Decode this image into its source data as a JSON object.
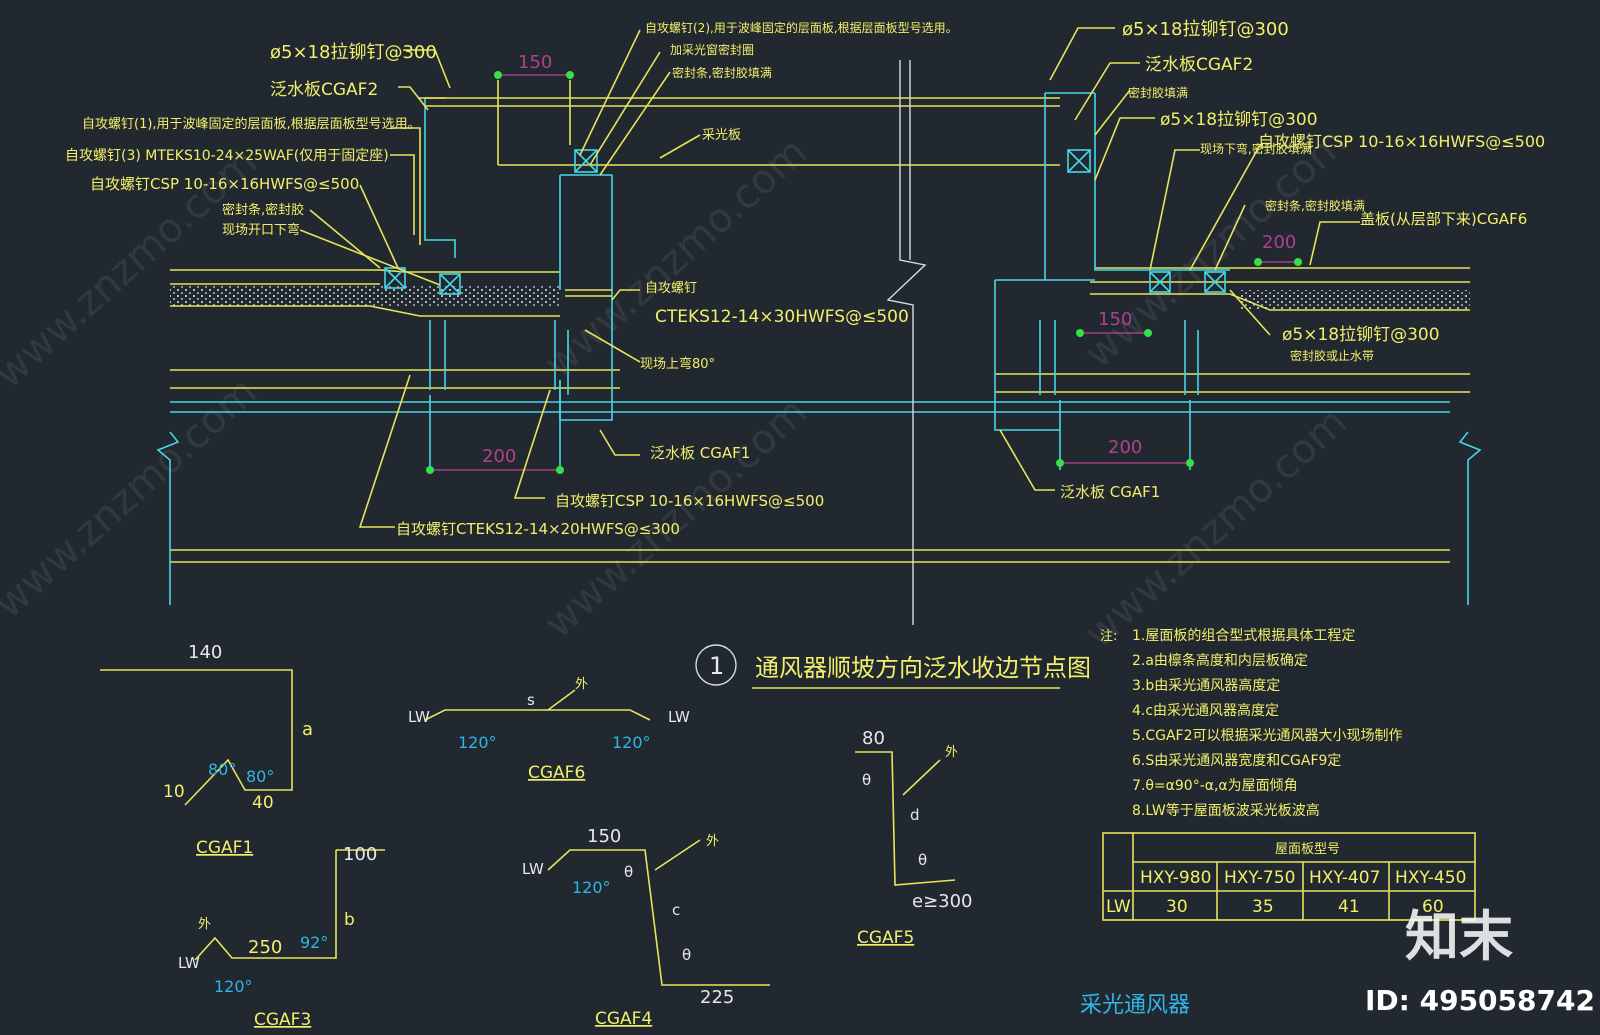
{
  "title": {
    "number": "1",
    "text": "通风器顺坡方向泛水收边节点图"
  },
  "callouts": {
    "left_rivet": "ø5×18拉铆钉@300",
    "left_flashing2": "泛水板CGAF2",
    "left_screw1": "自攻螺钉(1),用于波峰固定的层面板,根据层面板型号选用。",
    "left_screw3": "自攻螺钉(3) MTEKS10-24×25WAF(仅用于固定座)",
    "left_csp": "自攻螺钉CSP 10-16×16HWFS@≤500",
    "left_seal": "密封条,密封胶",
    "left_field": "现场开口下弯",
    "top_screw2": "自攻螺钉(2),用于波峰固定的层面板,根据层面板型号选用。",
    "top_plus": "加采光窗密封圈",
    "top_seal": "密封条,密封胶填满",
    "top_skylight": "采光板",
    "mid_screw": "自攻螺钉",
    "mid_cteks": "CTEKS12-14×30HWFS@≤500",
    "mid_field80": "现场上弯80°",
    "mid_cgaf1": "泛水板 CGAF1",
    "bot_csp": "自攻螺钉CSP 10-16×16HWFS@≤500",
    "bot_cteks": "自攻螺钉CTEKS12-14×20HWFS@≤300",
    "right_rivet_top": "ø5×18拉铆钉@300",
    "right_cgaf2": "泛水板CGAF2",
    "right_sealfill": "密封胶填满",
    "right_rivet2": "ø5×18拉铆钉@300",
    "right_field": "现场下弯,密封胶填满",
    "right_csp": "自攻螺钉CSP 10-16×16HWFS@≤500",
    "right_seal": "密封条,密封胶填满",
    "right_cap": "盖板(从层部下来)CGAF6",
    "right_rivet3": "ø5×18拉铆钉@300",
    "right_seal_low": "密封胶或止水带",
    "right_cgaf1": "泛水板 CGAF1"
  },
  "dims": {
    "d150a": "150",
    "d150b": "150",
    "d200a": "200",
    "d200b": "200",
    "d200c": "200"
  },
  "profiles": {
    "cgaf1": {
      "label": "CGAF1",
      "top": "140",
      "a": "a",
      "ang1": "80°",
      "ang2": "80°",
      "left": "10",
      "bottom": "40"
    },
    "cgaf3": {
      "label": "CGAF3",
      "top": "100",
      "b": "b",
      "ang": "92°",
      "mid": "250",
      "lw": "LW",
      "ang2": "120°",
      "out": "外"
    },
    "cgaf4": {
      "label": "CGAF4",
      "top": "150",
      "lw": "LW",
      "ang": "120°",
      "theta1": "θ",
      "theta2": "θ",
      "c": "c",
      "bottom": "225",
      "out": "外"
    },
    "cgaf5": {
      "label": "CGAF5",
      "top": "80",
      "theta1": "θ",
      "d": "d",
      "theta2": "θ",
      "e": "e≥300",
      "out": "外"
    },
    "cgaf6": {
      "label": "CGAF6",
      "s": "s",
      "lw1": "LW",
      "lw2": "LW",
      "ang1": "120°",
      "ang2": "120°",
      "out": "外"
    }
  },
  "notes": {
    "heading": "注:",
    "items": [
      "1.屋面板的组合型式根据具体工程定",
      "2.a由檩条高度和内层板确定",
      "3.b由采光通风器高度定",
      "4.c由采光通风器高度定",
      "5.CGAF2可以根据采光通风器大小现场制作",
      "6.S由采光通风器宽度和CGAF9定",
      "7.θ=α90°-α,α为屋面倾角",
      "8.LW等于屋面板波采光板波高"
    ]
  },
  "table": {
    "header": "屋面板型号",
    "cols": [
      "HXY-980",
      "HXY-750",
      "HXY-407",
      "HXY-450"
    ],
    "row_label": "LW",
    "values": [
      "30",
      "35",
      "41",
      "60"
    ]
  },
  "footer": {
    "caption": "采光通风器",
    "brand": "知末",
    "id": "ID: 495058742"
  },
  "watermark": "www.znzmo.com"
}
